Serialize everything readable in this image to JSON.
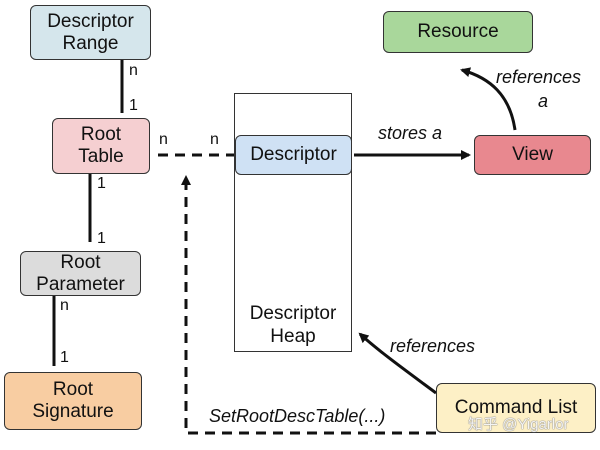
{
  "diagram": {
    "nodes": {
      "descriptor_range": {
        "label": [
          "Descriptor",
          "Range"
        ],
        "fill": "#d5e6ec",
        "border": "#333333"
      },
      "root_table": {
        "label": [
          "Root",
          "Table"
        ],
        "fill": "#f5cfd1",
        "border": "#333333"
      },
      "root_parameter": {
        "label": [
          "Root",
          "Parameter"
        ],
        "fill": "#dcdcdc",
        "border": "#333333"
      },
      "root_signature": {
        "label": [
          "Root",
          "Signature"
        ],
        "fill": "#f8cda2",
        "border": "#333333"
      },
      "descriptor": {
        "label": [
          "Descriptor"
        ],
        "fill": "#cfe1f4",
        "border": "#333333"
      },
      "descriptor_heap": {
        "label": [
          "Descriptor",
          "Heap"
        ]
      },
      "view": {
        "label": [
          "View"
        ],
        "fill": "#e8888f",
        "border": "#333333"
      },
      "resource": {
        "label": [
          "Resource"
        ],
        "fill": "#a9d79b",
        "border": "#333333"
      },
      "command_list": {
        "label": [
          "Command List"
        ],
        "fill": "#fdf0c6",
        "border": "#333333"
      }
    },
    "multiplicities": {
      "range_table_top": "n",
      "range_table_bottom": "1",
      "table_param_top": "1",
      "table_param_bottom": "1",
      "param_sig_top": "n",
      "param_sig_bottom": "1",
      "table_descriptor_left": "n",
      "table_descriptor_right": "n"
    },
    "edge_labels": {
      "stores_a": "stores a",
      "references_a_line1": "references",
      "references_a_line2": "a",
      "references": "references",
      "set_root_desc_table": "SetRootDescTable(...)"
    },
    "watermark": "知乎 @Yigarlor",
    "colors": {
      "line": "#111111",
      "text": "#111111"
    }
  }
}
